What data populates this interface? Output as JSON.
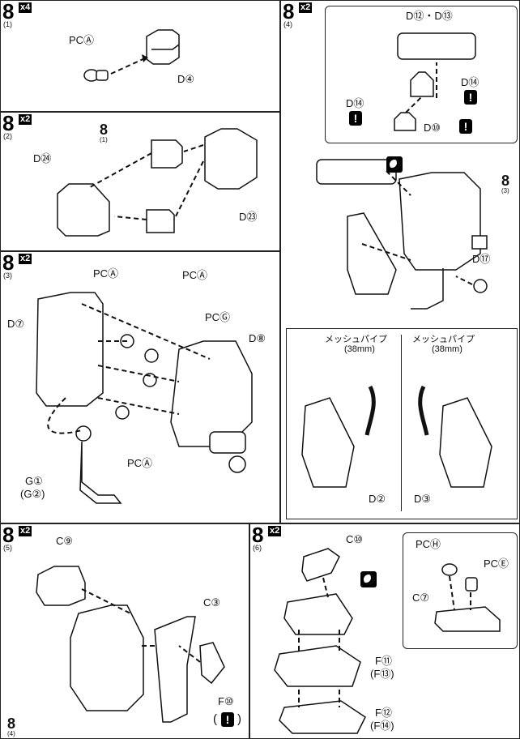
{
  "steps": [
    {
      "num": "8",
      "qty": "x4",
      "sub": "(1)",
      "labels": {
        "pc": "PCⒶ",
        "part": "D④"
      }
    },
    {
      "num": "8",
      "qty": "x2",
      "sub": "(2)",
      "ref_num": "8",
      "ref_sub": "(1)",
      "labels": {
        "a": "D㉔",
        "b": "D㉓"
      }
    },
    {
      "num": "8",
      "qty": "x2",
      "sub": "(3)",
      "labels": {
        "pc1": "PCⒶ",
        "pc2": "PCⒶ",
        "pcg": "PCⒼ",
        "d7": "D⑦",
        "d8": "D⑧",
        "pc3": "PCⒶ",
        "g1": "G①",
        "g2": "(G②)"
      }
    },
    {
      "num": "8",
      "qty": "x2",
      "sub": "(4)",
      "ref_num": "8",
      "ref_sub": "(3)",
      "labels": {
        "d12": "D⑫・D⑬",
        "d14a": "D⑭",
        "d14b": "D⑭",
        "d10": "D⑩",
        "d17": "D⑰",
        "mesh1": "メッシュパイプ",
        "mesh1len": "(38mm)",
        "mesh2": "メッシュパイプ",
        "mesh2len": "(38mm)",
        "d2": "D②",
        "d3": "D③"
      }
    },
    {
      "num": "8",
      "qty": "x2",
      "sub": "(5)",
      "ref_num": "8",
      "ref_sub": "(4)",
      "labels": {
        "c9": "C⑨",
        "c3": "C③",
        "f10": "F⑩"
      }
    },
    {
      "num": "8",
      "qty": "x2",
      "sub": "(6)",
      "labels": {
        "c10": "C⑩",
        "pch": "PCⒽ",
        "pce": "PCⒺ",
        "c7": "C⑦",
        "f11": "F⑪",
        "f13": "(F⑬)",
        "f12": "F⑫",
        "f14": "(F⑭)"
      }
    }
  ],
  "warning_mark": "!"
}
